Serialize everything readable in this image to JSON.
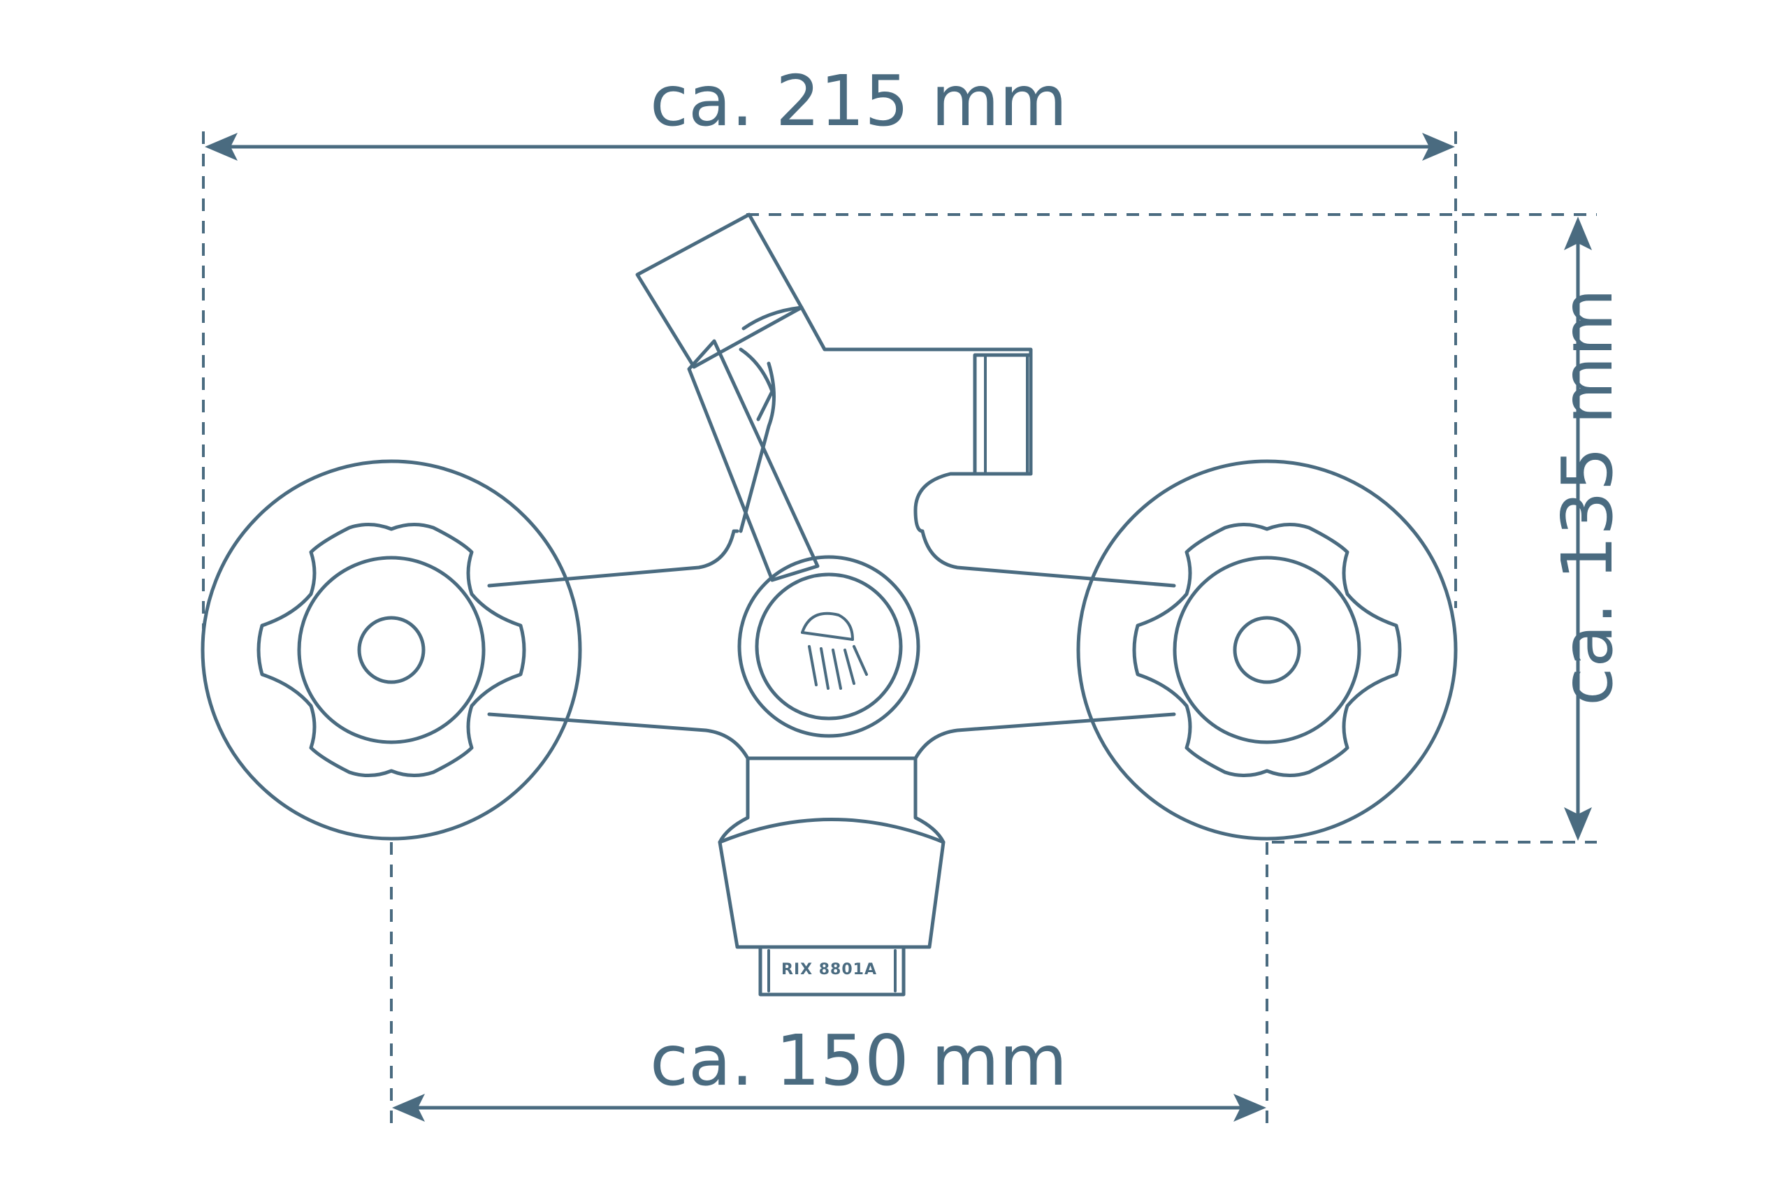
{
  "dimensions": {
    "overall_width": "ca. 215 mm",
    "center_distance": "ca. 150 mm",
    "height": "ca. 135 mm"
  },
  "product": {
    "aerator_brand": "RIX 8801A"
  },
  "colors": {
    "line": "#4a6b80",
    "background": "#ffffff"
  },
  "icons": [
    "shower-head-icon"
  ]
}
